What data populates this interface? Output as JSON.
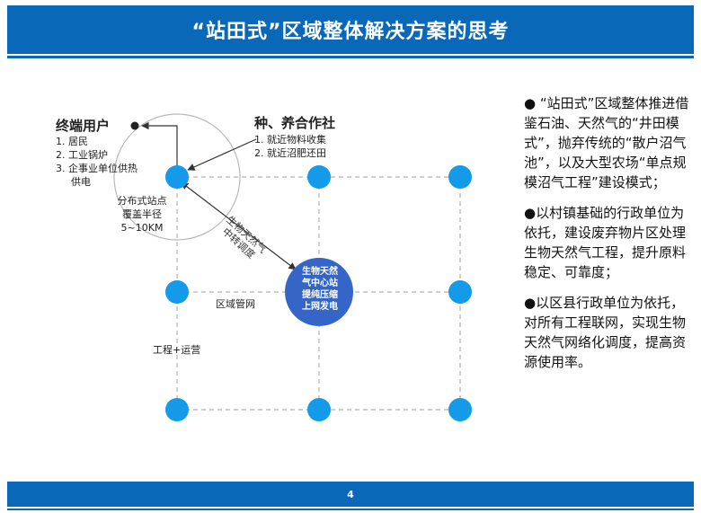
{
  "header": {
    "title": "“站田式”区域整体解决方案的思考"
  },
  "footer": {
    "page_number": "4"
  },
  "colors": {
    "brand": "#0a68b8",
    "node": "#139bea",
    "center": "#3566c7"
  },
  "diagram": {
    "end_user": {
      "heading": "终端用户",
      "items": [
        "1.  居民",
        "2.  工业锅炉",
        "3.  企事业单位供热",
        "供电"
      ]
    },
    "farming": {
      "heading": "种、养合作社",
      "items": [
        "1.  就近物料收集",
        "2.  就近沼肥还田"
      ]
    },
    "site": {
      "lines": [
        "分布式站点",
        "覆盖半径",
        "5~10KM"
      ]
    },
    "dispatch": {
      "lines": [
        "生物天然气",
        "中转调度"
      ]
    },
    "center": {
      "lines": [
        "生物天然",
        "气中心站",
        "提纯压缩",
        "上网发电"
      ]
    },
    "grid_label": "区域管网",
    "operations_label": "工程+运营"
  },
  "bullets": [
    "●  “站田式”区域整体推进借鉴石油、天然气的“井田模式”，抛弃传统的“散户沼气池”，以及大型农场“单点规模沼气工程”建设模式；",
    "●以村镇基础的行政单位为依托，建设废弃物片区处理生物天然气工程，提升原料稳定、可靠度；",
    "●以区县行政单位为依托，对所有工程联网，实现生物天然气网络化调度，提高资源使用率。"
  ]
}
